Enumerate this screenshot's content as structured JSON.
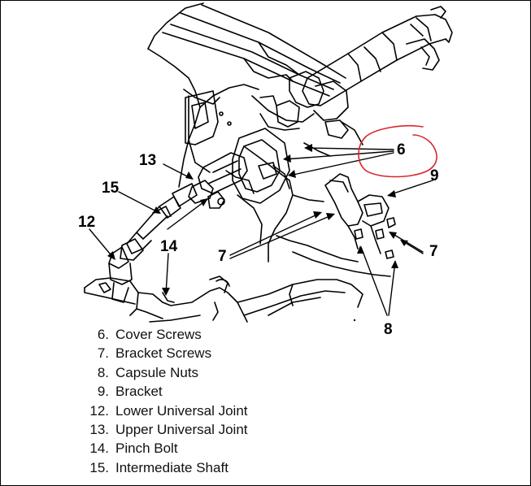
{
  "callouts": {
    "c6": "6",
    "c9": "9",
    "c13": "13",
    "c15": "15",
    "c12": "12",
    "c14": "14",
    "c7_left": "7",
    "c7_right": "7",
    "c8": "8"
  },
  "legend": [
    {
      "num": "6.",
      "text": "Cover Screws"
    },
    {
      "num": "7.",
      "text": "Bracket Screws"
    },
    {
      "num": "8.",
      "text": "Capsule Nuts"
    },
    {
      "num": "9.",
      "text": "Bracket"
    },
    {
      "num": "12.",
      "text": "Lower Universal Joint"
    },
    {
      "num": "13.",
      "text": "Upper Universal Joint"
    },
    {
      "num": "14.",
      "text": "Pinch Bolt"
    },
    {
      "num": "15.",
      "text": "Intermediate Shaft"
    }
  ],
  "colors": {
    "ink": "#000000",
    "annotation": "#d9262b"
  }
}
